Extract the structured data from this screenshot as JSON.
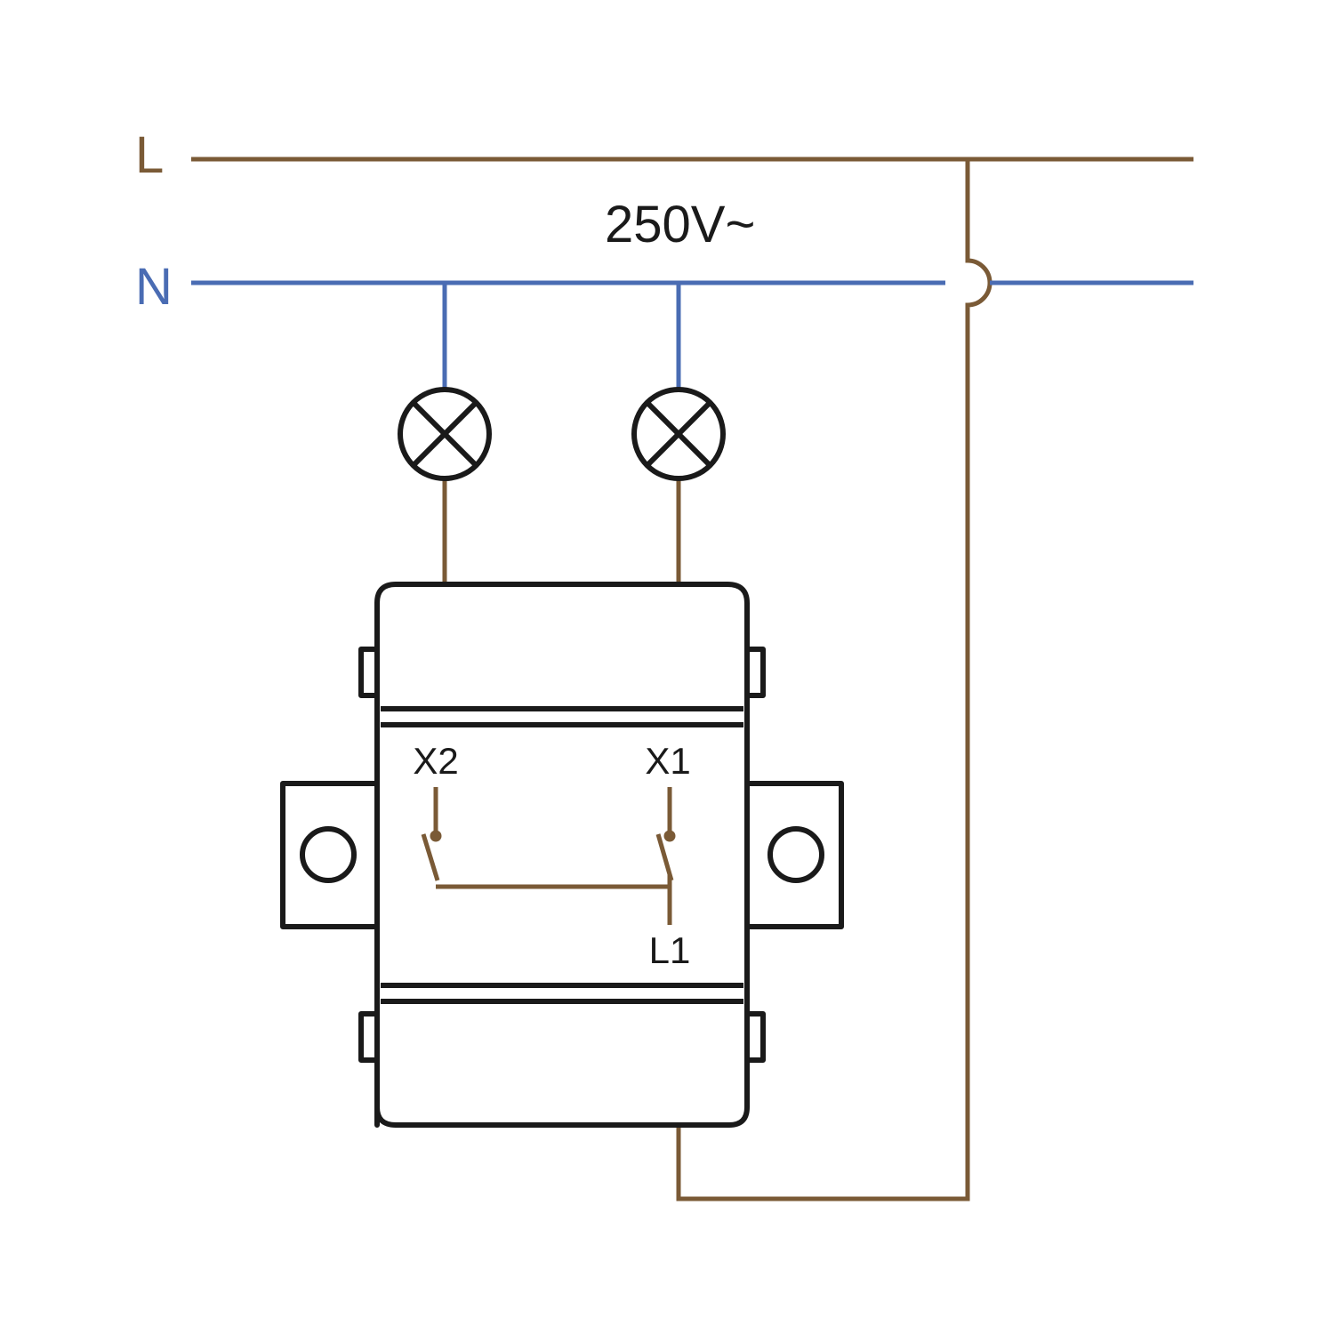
{
  "labels": {
    "line": "L",
    "neutral": "N",
    "voltage": "250V~",
    "terminal_x2": "X2",
    "terminal_x1": "X1",
    "terminal_l1": "L1"
  },
  "colors": {
    "live": "#7a5a36",
    "neutral": "#4a6cb3",
    "device": "#1a1a1a"
  }
}
